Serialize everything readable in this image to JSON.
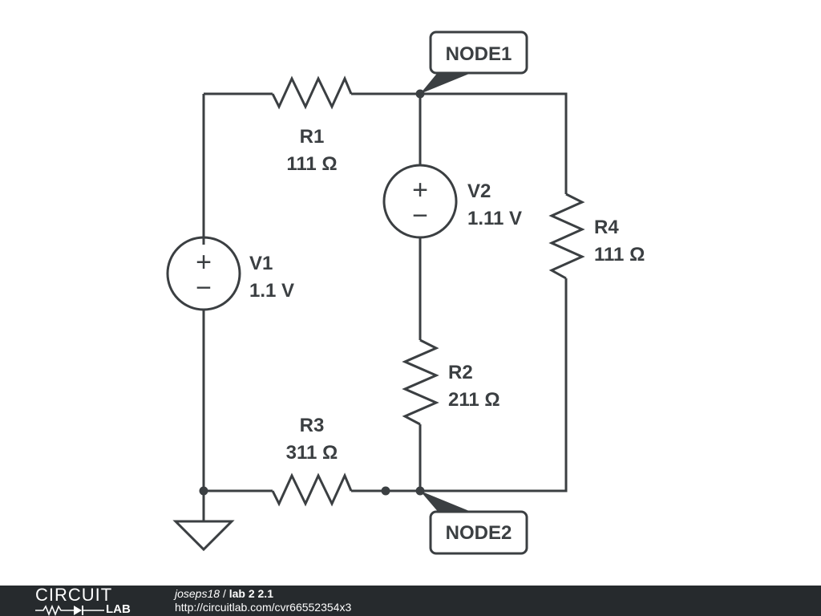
{
  "components": {
    "r1": {
      "name": "R1",
      "value": "111 Ω"
    },
    "r2": {
      "name": "R2",
      "value": "211 Ω"
    },
    "r3": {
      "name": "R3",
      "value": "311 Ω"
    },
    "r4": {
      "name": "R4",
      "value": "111 Ω"
    },
    "v1": {
      "name": "V1",
      "value": "1.1 V"
    },
    "v2": {
      "name": "V2",
      "value": "1.11 V"
    }
  },
  "nodes": {
    "node1": "NODE1",
    "node2": "NODE2"
  },
  "source_symbols": {
    "plus": "+",
    "minus": "−"
  },
  "footer": {
    "brand_top": "CIRCUIT",
    "brand_bottom": "LAB",
    "author": "joseps18",
    "separator": "/",
    "title": "lab 2 2.1",
    "url": "http://circuitlab.com/cvr66552354x3"
  },
  "colors": {
    "wire": "#3b3f42",
    "background": "#ffffff",
    "footer_bg": "#262a2d",
    "footer_text": "#ffffff"
  }
}
